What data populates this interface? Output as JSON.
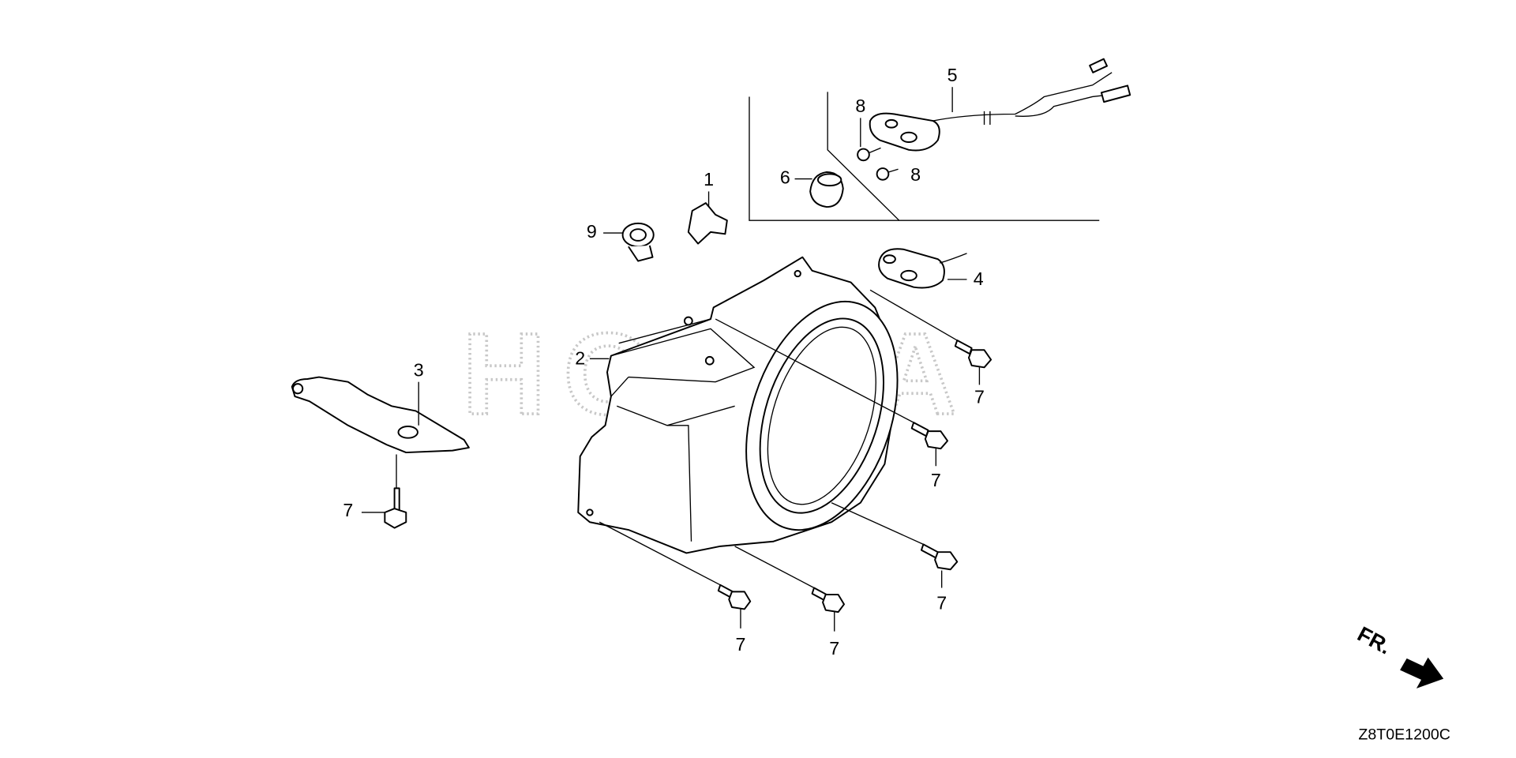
{
  "diagram": {
    "watermark": "HONDA",
    "diagram_code": "Z8T0E1200C",
    "direction_label": "FR.",
    "callouts": {
      "c1": "1",
      "c2": "2",
      "c3": "3",
      "c4": "4",
      "c5": "5",
      "c6": "6",
      "c8a": "8",
      "c8b": "8",
      "c9": "9",
      "c7a": "7",
      "c7b": "7",
      "c7c": "7",
      "c7d": "7",
      "c7e": "7",
      "c7f": "7"
    }
  }
}
